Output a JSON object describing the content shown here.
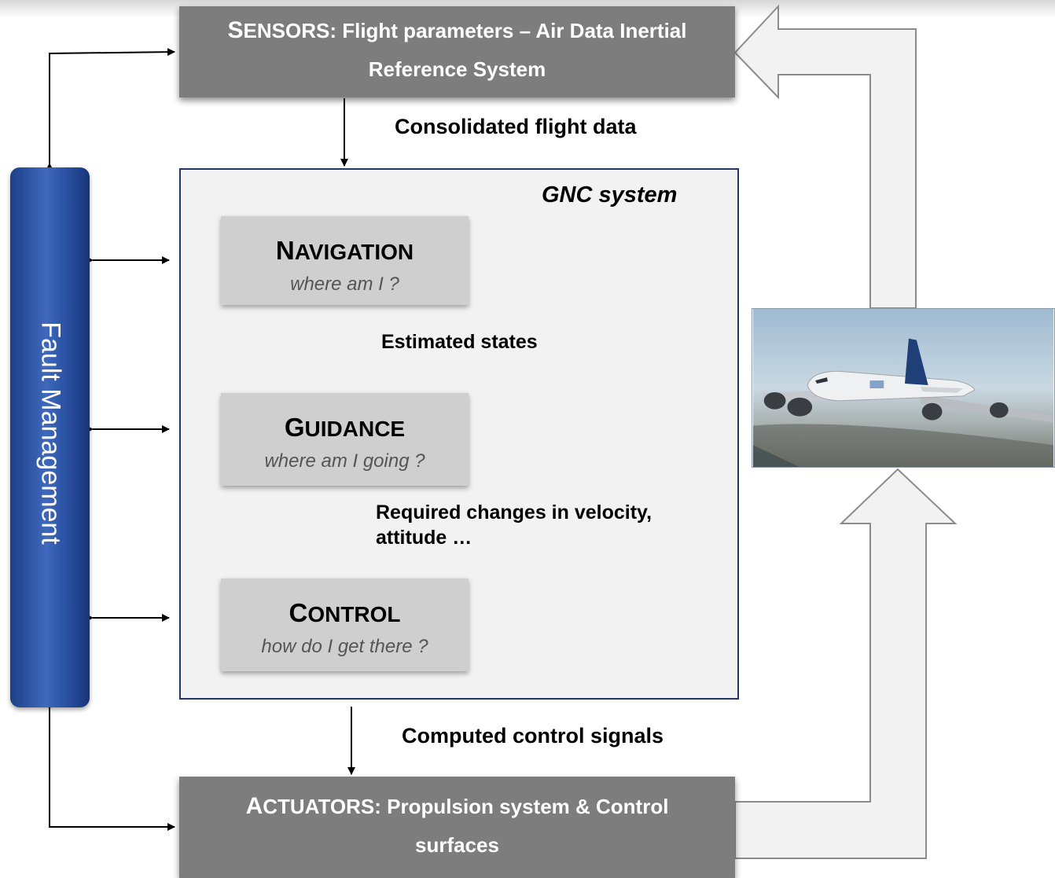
{
  "sensors": {
    "title_first": "S",
    "title_caps": "ENSORS:",
    "title_rest": " Flight parameters – Air Data Inertial",
    "title_line2": "Reference System"
  },
  "actuators": {
    "title_first": "A",
    "title_caps": "CTUATORS:",
    "title_rest": " Propulsion system & Control",
    "title_line2": "surfaces"
  },
  "fault_management": {
    "label": "Fault Management"
  },
  "gnc": {
    "title": "GNC system"
  },
  "blocks": [
    {
      "first": "N",
      "tail": "AVIGATION",
      "question": "where am I ?"
    },
    {
      "first": "G",
      "tail": "UIDANCE",
      "question": "where am I going ?"
    },
    {
      "first": "C",
      "tail": "ONTROL",
      "question": "how do I get there ?"
    }
  ],
  "flows": {
    "consolidated": "Consolidated flight data",
    "estimated": "Estimated states",
    "required_line1": "Required changes in velocity,",
    "required_line2": "attitude …",
    "computed": "Computed control signals"
  },
  "colors": {
    "sensor_actuator_bar": "#7d7d7d",
    "fault_bar": "#2f56a8",
    "gnc_border": "#1f3864",
    "block_fill": "#cfcfcf",
    "feedback_arrow_fill": "#f2f2f2"
  }
}
